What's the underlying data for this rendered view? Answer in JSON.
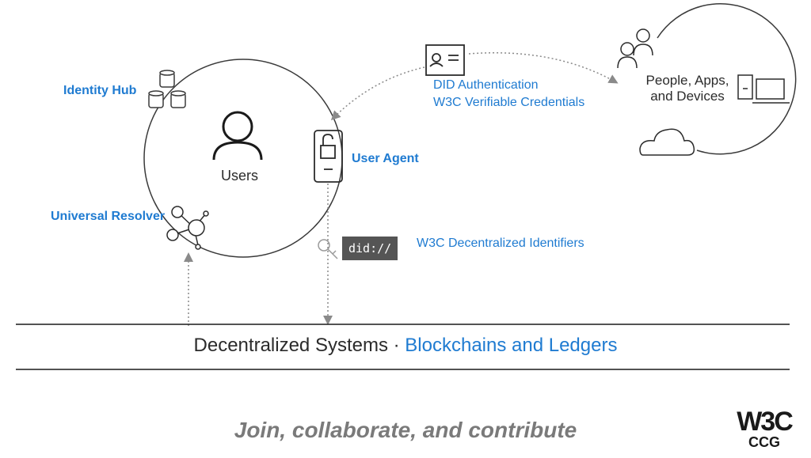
{
  "labels": {
    "identity_hub": "Identity Hub",
    "users": "Users",
    "user_agent": "User Agent",
    "universal_resolver": "Universal Resolver",
    "did_authentication": "DID Authentication",
    "verifiable_credentials": "W3C Verifiable Credentials",
    "people_line1": "People, Apps,",
    "people_line2": "and Devices",
    "did_code": "did://",
    "decentralized_identifiers": "W3C Decentralized Identifiers"
  },
  "bottom": {
    "systems": "Decentralized Systems ·",
    "ledgers": "Blockchains and Ledgers",
    "call_to_action": "Join, collaborate, and contribute"
  },
  "logo": {
    "w3c": "W3C",
    "ccg": "CCG"
  },
  "colors": {
    "accent_blue": "#1f7bd1",
    "text_dark": "#2b2b2b",
    "footer_grey": "#7a7a7a",
    "did_box": "#555555"
  }
}
